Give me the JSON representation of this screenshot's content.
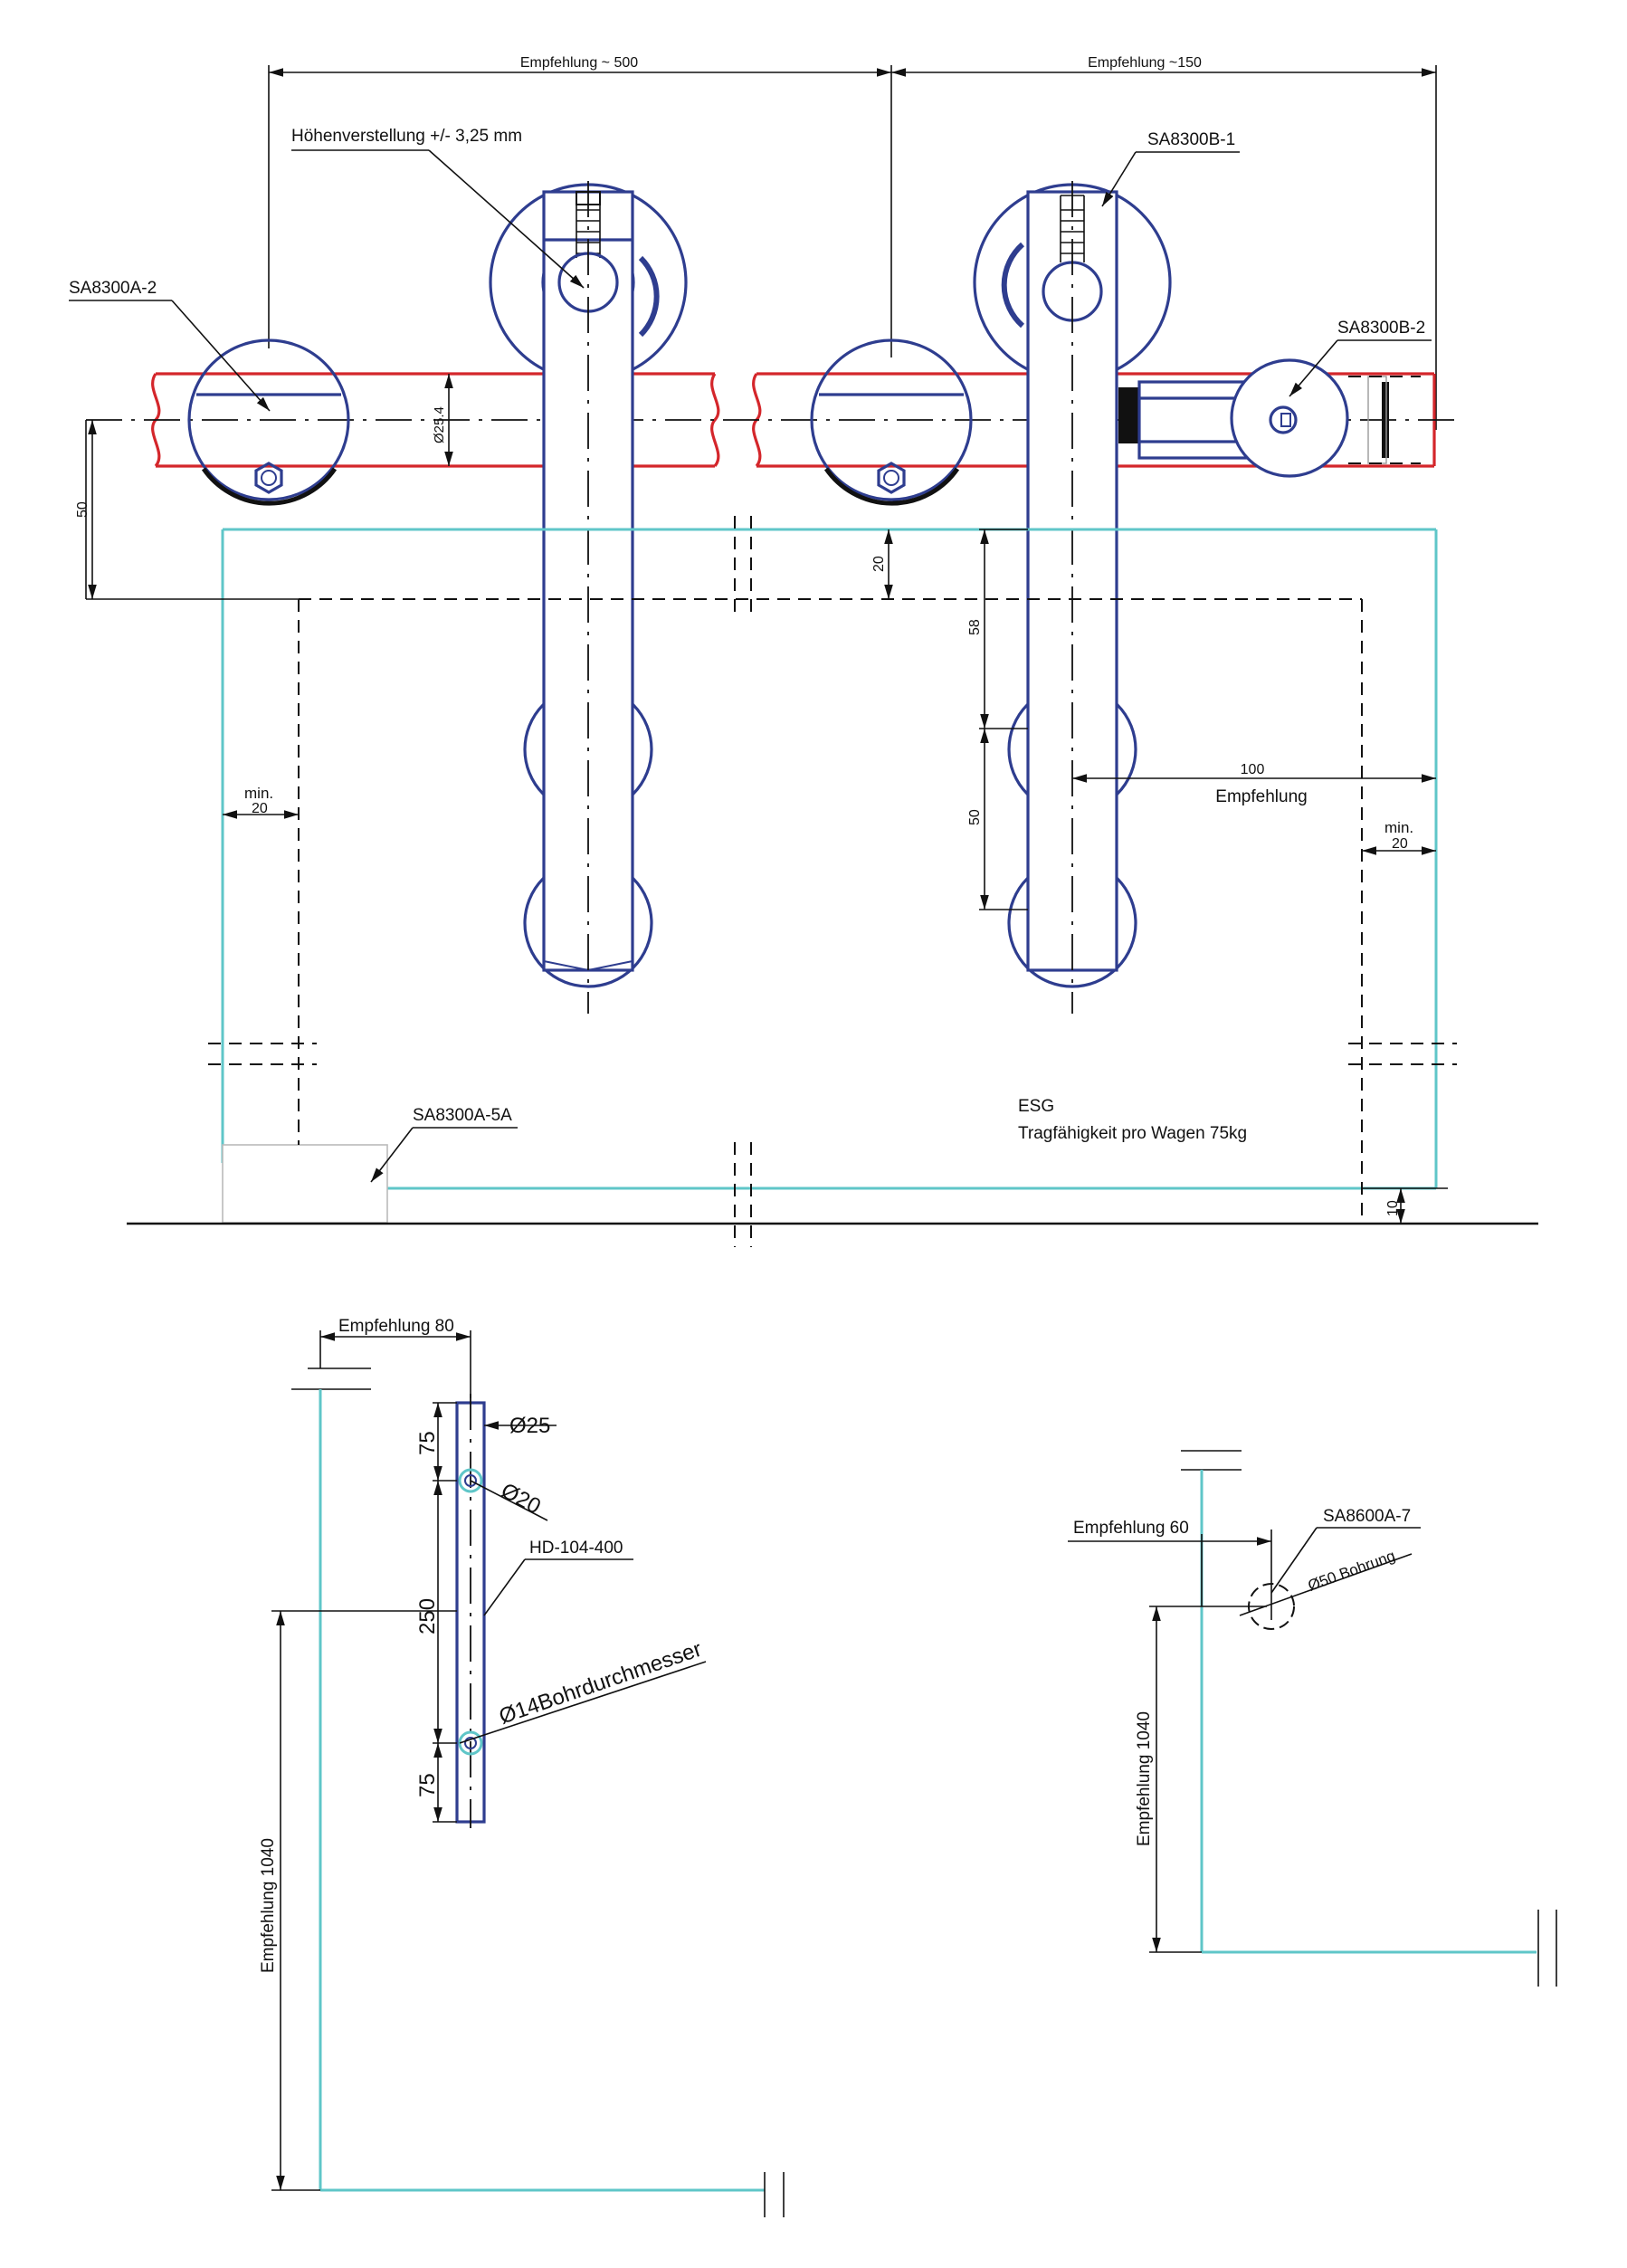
{
  "top_view": {
    "dim_rail_spacing": "Empfehlung ~ 500",
    "dim_end_spacing": "Empfehlung ~150",
    "height_adjust": "Höhenverstellung  +/- 3,25 mm",
    "part_roller_clamp": "SA8300A-2",
    "part_hanger": "SA8300B-1",
    "part_end_stop": "SA8300B-2",
    "part_floor_guide": "SA8300A-5A",
    "rail_diameter": "Ø25.4",
    "dim_50_left": "50",
    "dim_20_upper": "20",
    "dim_58": "58",
    "dim_50_right": "50",
    "dim_100": "100",
    "dim_100_label": "Empfehlung",
    "min_left": "min.",
    "min_left_value": "20",
    "min_right": "min.",
    "min_right_value": "20",
    "glass_type": "ESG",
    "load_capacity": "Tragfähigkeit pro Wagen 75kg",
    "dim_10": "10"
  },
  "handle_view": {
    "dim_offset": "Empfehlung 80",
    "handle_diameter": "Ø25",
    "bolt_diameter": "Ø20",
    "part_handle": "HD-104-400",
    "dim_top": "75",
    "dim_middle": "250",
    "dim_bottom": "75",
    "drill_diameter": "Ø14Bohrdurchmesser",
    "height": "Empfehlung 1040"
  },
  "knob_view": {
    "dim_offset": "Empfehlung 60",
    "part_knob": "SA8600A-7",
    "bore": "Ø50 Bohrung",
    "height": "Empfehlung 1040"
  },
  "colors": {
    "outline_blue": "#2e3d8f",
    "rail_red": "#d4262b",
    "glass_cyan": "#5fc6c8",
    "dimension_black": "#111111"
  }
}
